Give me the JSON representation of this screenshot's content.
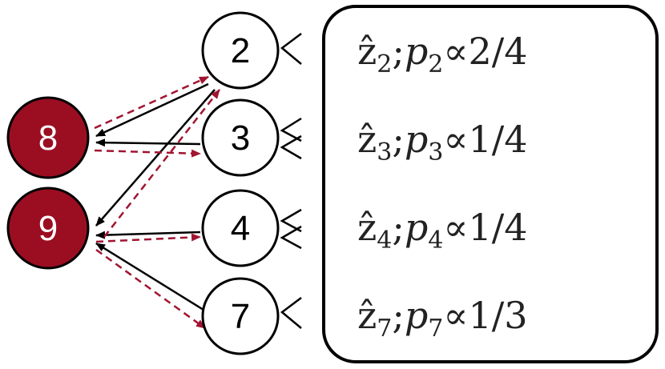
{
  "colors": {
    "dark_node_fill": "#9b0e22",
    "edge_solid": "#000000",
    "edge_dashed": "#a01530",
    "text_dark": "#000000",
    "text_light": "#ffffff"
  },
  "nodes": {
    "n8": "8",
    "n9": "9",
    "n2": "2",
    "n3": "3",
    "n4": "4",
    "n7": "7"
  },
  "formulas": [
    {
      "var": "ẑ",
      "idx": "2",
      "sep": ";",
      "p": "p",
      "prop": "∝",
      "value": "2/4"
    },
    {
      "var": "ẑ",
      "idx": "3",
      "sep": ";",
      "p": "p",
      "prop": "∝",
      "value": "1/4"
    },
    {
      "var": "ẑ",
      "idx": "4",
      "sep": ";",
      "p": "p",
      "prop": "∝",
      "value": "1/4"
    },
    {
      "var": "ẑ",
      "idx": "7",
      "sep": ";",
      "p": "p",
      "prop": "∝",
      "value": "1/3"
    }
  ]
}
